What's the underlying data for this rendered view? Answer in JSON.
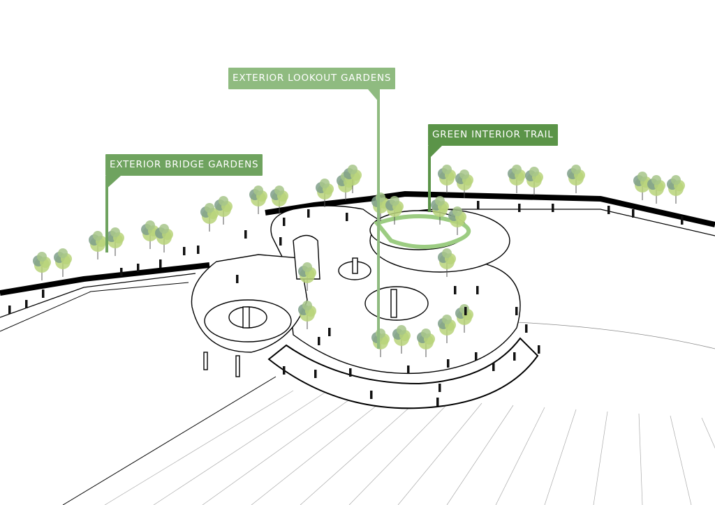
{
  "callouts": {
    "lookout": {
      "text": "EXTERIOR LOOKOUT GARDENS",
      "color": "#8fbb80"
    },
    "interior": {
      "text": "GREEN INTERIOR TRAIL",
      "color": "#5b9448"
    },
    "bridge": {
      "text": "EXTERIOR BRIDGE GARDENS",
      "color": "#6fa35f"
    }
  },
  "colors": {
    "line": "#000000",
    "trail": "#9ccc82",
    "tree_light": "#b9d37a",
    "tree_dark": "#7f9f8a"
  }
}
